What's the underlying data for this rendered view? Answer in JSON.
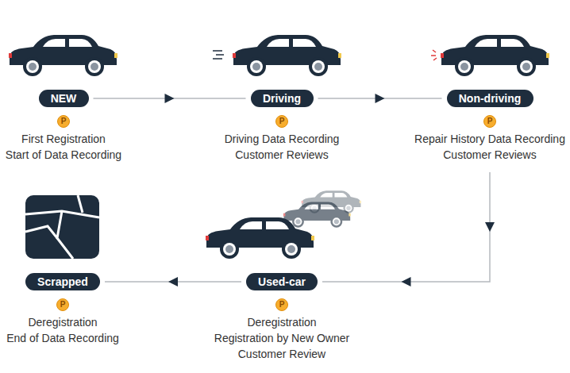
{
  "diagram": {
    "nodes": [
      {
        "text": [
          "NEW",
          "First Registration",
          "Start of Data Recording"
        ]
      },
      {
        "text": [
          "Driving",
          "Driving Data Recording",
          "Customer Reviews"
        ]
      },
      {
        "text": [
          "Non-driving",
          "Repair History Data Recording",
          "Customer Reviews"
        ]
      },
      {
        "text": [
          "Used-car",
          "Deregistration",
          "Registration by New Owner",
          "Customer Review"
        ]
      },
      {
        "text": [
          "Scrapped",
          "Deregistration",
          "End of Data Recording"
        ]
      }
    ],
    "edges": [
      {
        "from": 0,
        "to": 1,
        "arrow": "to"
      },
      {
        "from": 1,
        "to": 2,
        "arrow": "to"
      },
      {
        "from": 2,
        "to": 3,
        "arrow": "to"
      },
      {
        "from": 3,
        "to": 4,
        "arrow": "to"
      }
    ],
    "labels": [
      "P",
      "P",
      "P",
      "P",
      "P"
    ]
  }
}
